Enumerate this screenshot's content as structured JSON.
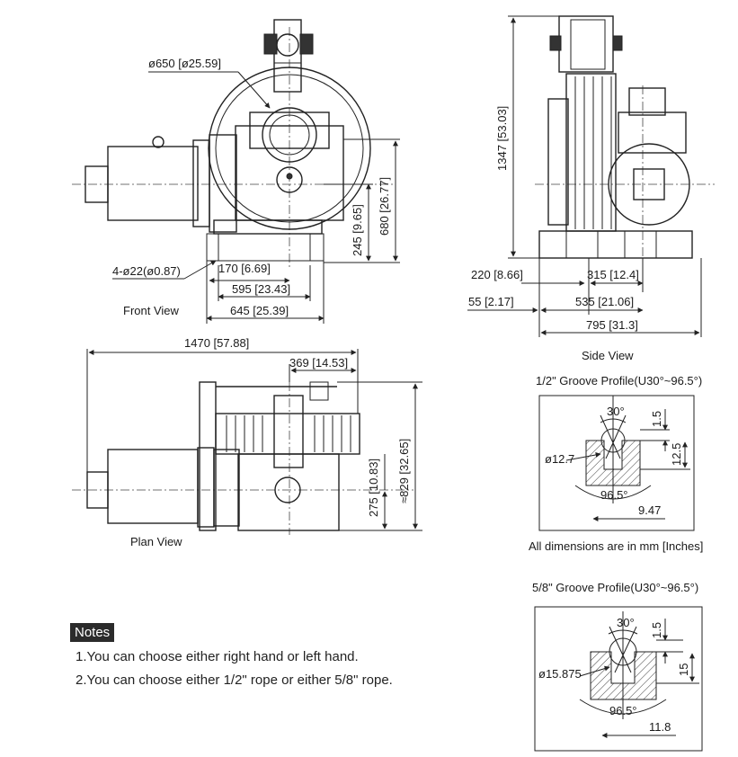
{
  "views": {
    "front": {
      "label": "Front View",
      "dims": {
        "sheave_dia": "ø650 [ø25.59]",
        "holes": "4-ø22(ø0.87)",
        "d170": "170 [6.69]",
        "d595": "595 [23.43]",
        "d645": "645 [25.39]",
        "d245": "245 [9.65]",
        "d680": "680 [26.77]"
      }
    },
    "side": {
      "label": "Side View",
      "dims": {
        "d1347": "1347 [53.03]",
        "d220": "220 [8.66]",
        "d315": "315 [12.4]",
        "d55": "55 [2.17]",
        "d535": "535 [21.06]",
        "d795": "795 [31.3]"
      }
    },
    "plan": {
      "label": "Plan View",
      "dims": {
        "d1470": "1470 [57.88]",
        "d369": "369 [14.53]",
        "d275": "275 [10.83]",
        "d829": "≈829 [32.65]"
      }
    }
  },
  "groove_half": {
    "title": "1/2\" Groove Profile(U30°~96.5°)",
    "angle_top": "30°",
    "dia": "ø12.7",
    "d15": "1.5",
    "d125": "12.5",
    "angle_bottom": "96.5°",
    "d947": "9.47"
  },
  "units_note": "All dimensions are in mm [Inches]",
  "groove_five_eighth": {
    "title": "5/8\" Groove Profile(U30°~96.5°)",
    "angle_top": "30°",
    "dia": "ø15.875",
    "d15": "1.5",
    "d15b": "15",
    "angle_bottom": "96.5°",
    "d118": "11.8"
  },
  "notes": {
    "heading": "Notes",
    "items": [
      "1.You can choose either right hand or left hand.",
      "2.You can choose either 1/2\" rope or either 5/8\" rope."
    ]
  }
}
